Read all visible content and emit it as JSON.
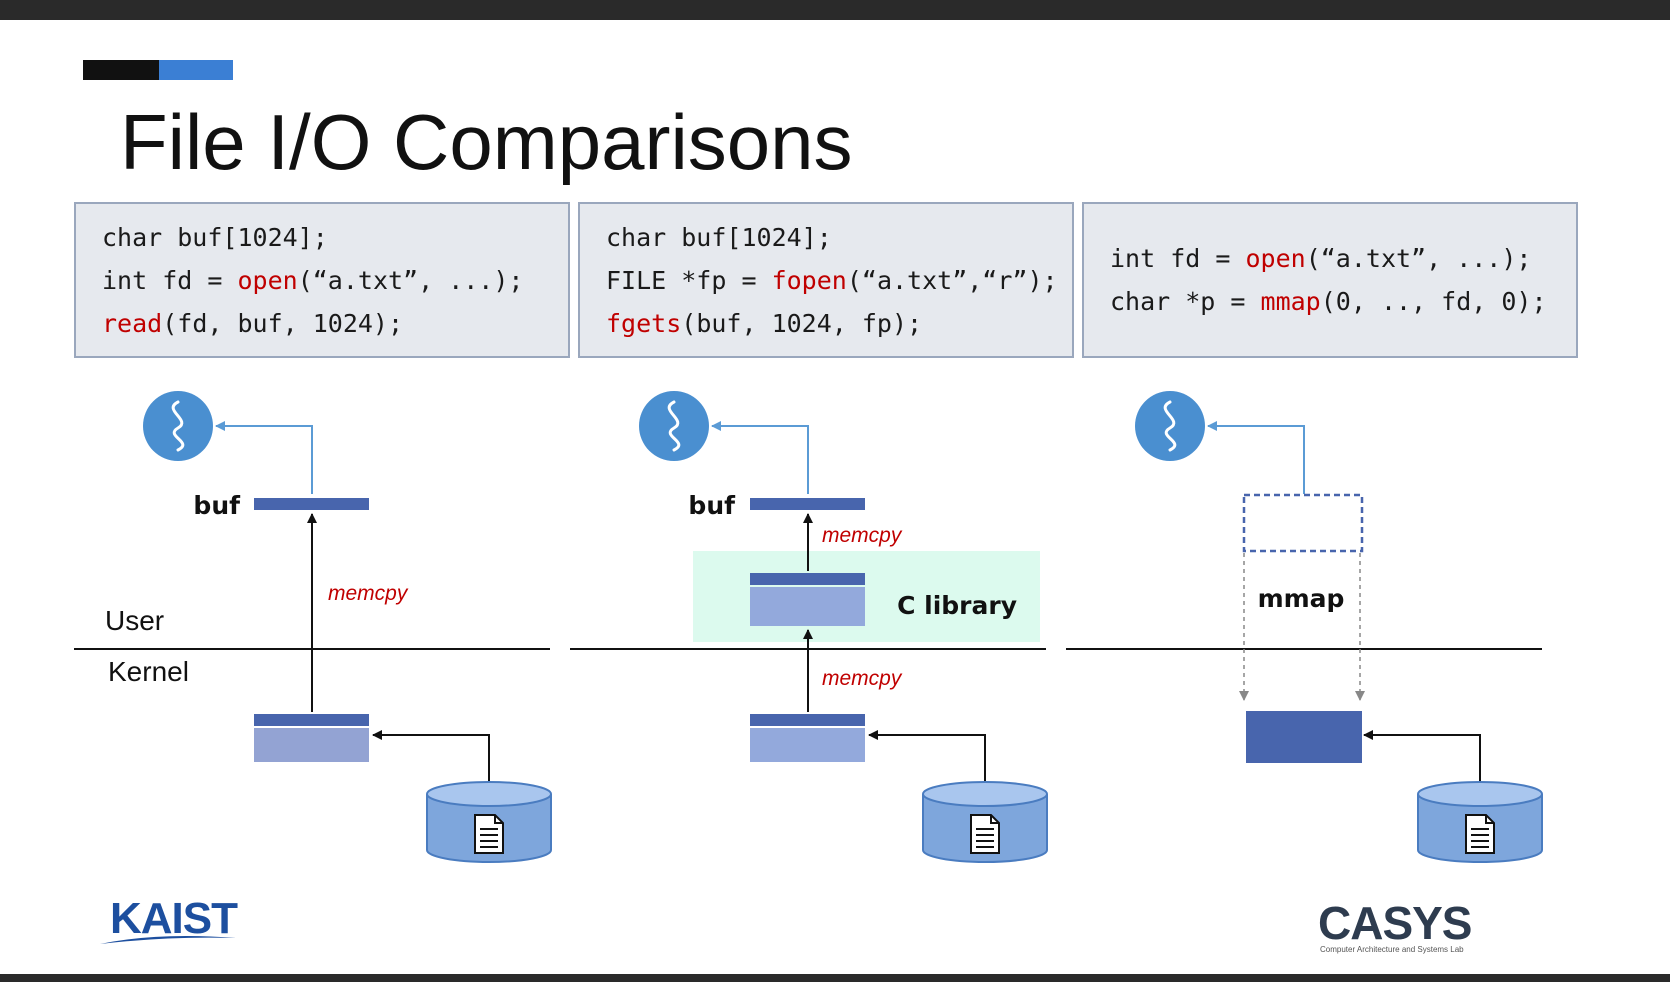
{
  "slide": {
    "title": "File I/O Comparisons"
  },
  "code": {
    "panel1": [
      {
        "pre": "char buf[1024];",
        "fn": "",
        "post": ""
      },
      {
        "pre": "int fd = ",
        "fn": "open",
        "post": "(“a.txt”, ...);"
      },
      {
        "pre": "",
        "fn": "read",
        "post": "(fd, buf, 1024);"
      }
    ],
    "panel2": [
      {
        "pre": "char buf[1024];",
        "fn": "",
        "post": ""
      },
      {
        "pre": "FILE *fp = ",
        "fn": "fopen",
        "post": "(“a.txt”,“r”);"
      },
      {
        "pre": "",
        "fn": "fgets",
        "post": "(buf, 1024, fp);"
      }
    ],
    "panel3": [
      {
        "pre": "int fd = ",
        "fn": "open",
        "post": "(“a.txt”, ...);"
      },
      {
        "pre": "char *p = ",
        "fn": "mmap",
        "post": "(0, .., fd, 0);"
      }
    ]
  },
  "diagram": {
    "user_label": "User",
    "kernel_label": "Kernel",
    "buf_label": "buf",
    "memcpy_label": "memcpy",
    "clib_label": "C library",
    "mmap_label": "mmap"
  },
  "logos": {
    "kaist": "KAIST",
    "casys": "CASYS",
    "casys_subtitle": "Computer Architecture and Systems Lab"
  },
  "colors": {
    "code_fn": "#c00000",
    "thread_circle": "#4a8fd0",
    "buffer_dark": "#4865ad",
    "buffer_light": "#93a9dc",
    "clib_bg": "#dcfaee",
    "arrow_blue": "#5b9bd5"
  },
  "icons": [
    "thread-icon",
    "disk-icon",
    "document-icon"
  ]
}
